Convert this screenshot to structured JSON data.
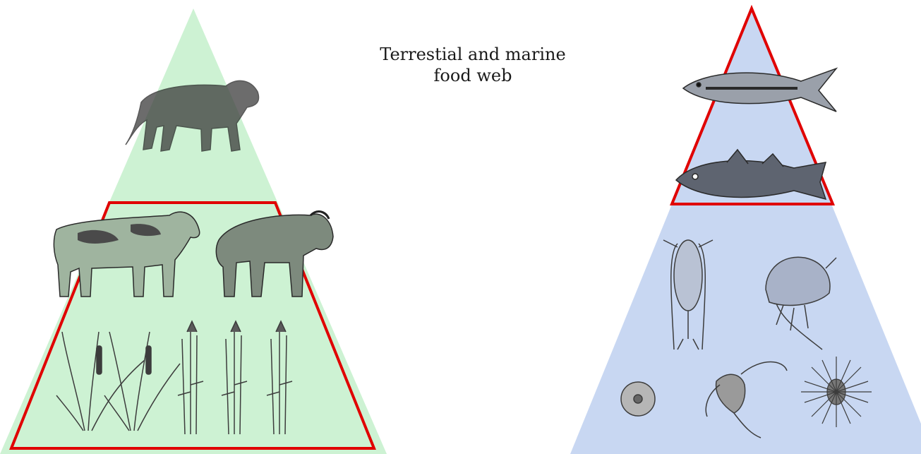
{
  "title": {
    "line1": "Terrestial and marine",
    "line2": "food web"
  },
  "colors": {
    "terrestrial_fill": "#cdf2d3",
    "marine_fill": "#c8d7f2",
    "outline": "#e00000",
    "drawing": "#3c3c3c"
  },
  "pyramids": [
    {
      "name": "terrestrial",
      "levels": [
        {
          "organisms": [
            "lion"
          ]
        },
        {
          "organisms": [
            "cow",
            "wildebeest"
          ]
        },
        {
          "organisms": [
            "cattail",
            "cattail",
            "wheat",
            "wheat",
            "wheat"
          ]
        }
      ]
    },
    {
      "name": "marine",
      "levels": [
        {
          "organisms": [
            "tuna"
          ]
        },
        {
          "organisms": [
            "cod"
          ]
        },
        {
          "organisms": [
            "copepod",
            "amphipod"
          ]
        },
        {
          "organisms": [
            "diatom",
            "dinoflagellate",
            "radiolarian"
          ]
        }
      ]
    }
  ]
}
